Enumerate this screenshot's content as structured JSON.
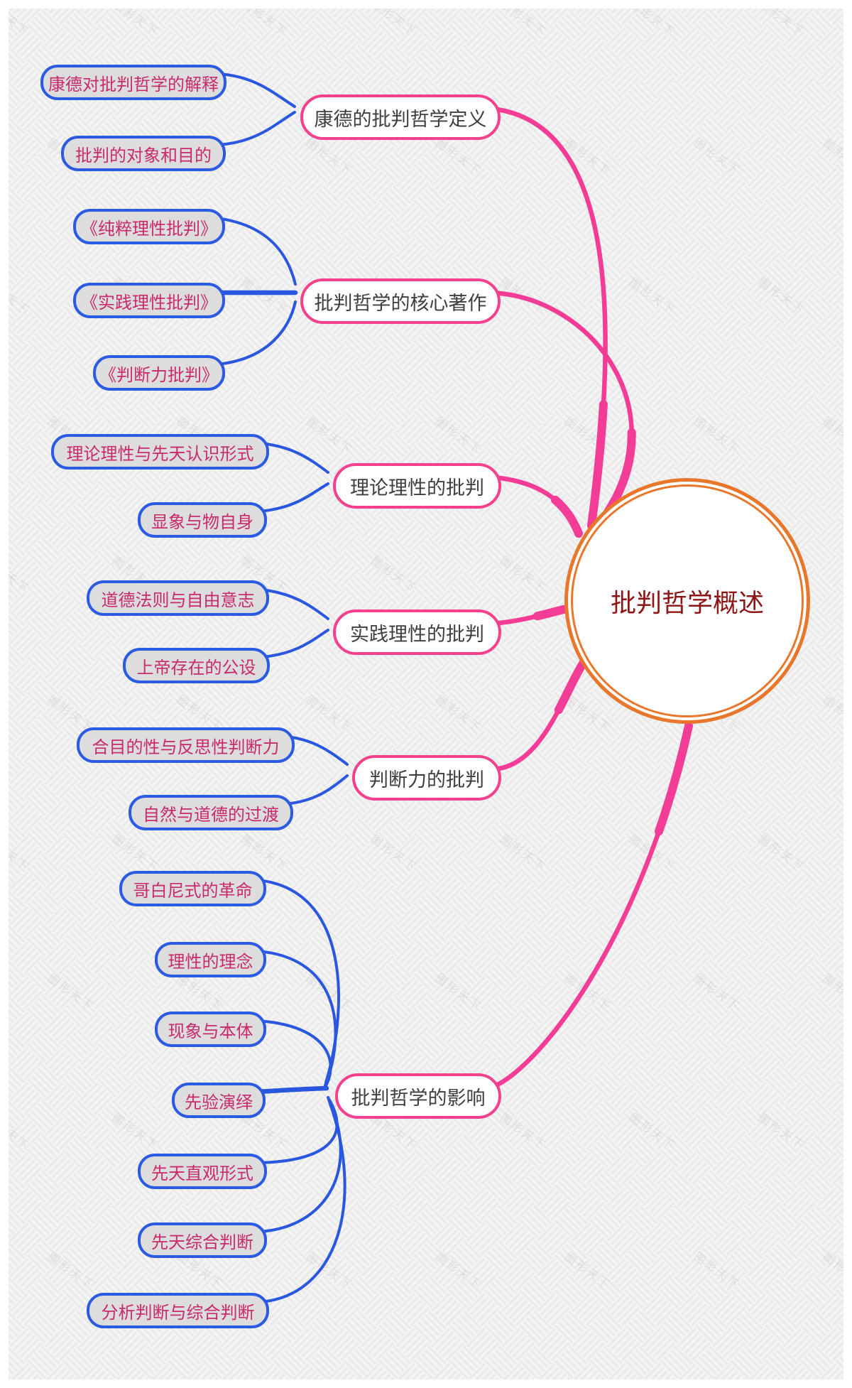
{
  "watermark": "图形天下",
  "center": {
    "label": "批判哲学概述"
  },
  "branches": [
    {
      "label": "康德的批判哲学定义",
      "children": [
        "康德对批判哲学的解释",
        "批判的对象和目的"
      ]
    },
    {
      "label": "批判哲学的核心著作",
      "children": [
        "《纯粹理性批判》",
        "《实践理性批判》",
        "《判断力批判》"
      ]
    },
    {
      "label": "理论理性的批判",
      "children": [
        "理论理性与先天认识形式",
        "显象与物自身"
      ]
    },
    {
      "label": "实践理性的批判",
      "children": [
        "道德法则与自由意志",
        "上帝存在的公设"
      ]
    },
    {
      "label": "判断力的批判",
      "children": [
        "合目的性与反思性判断力",
        "自然与道德的过渡"
      ]
    },
    {
      "label": "批判哲学的影响",
      "children": [
        "哥白尼式的革命",
        "理性的理念",
        "现象与本体",
        "先验演绎",
        "先天直观形式",
        "先天综合判断",
        "分析判断与综合判断"
      ]
    }
  ],
  "colors": {
    "branch_link": "#F33C95",
    "branch_border": "#F5418D",
    "child_link": "#2A57E0",
    "child_border": "#2B5BE2",
    "center_ring": "#E8772C",
    "center_text": "#8E1515",
    "child_text": "#C92A6D",
    "topic_text": "#3E3E3E",
    "child_bg": "#DDDDDD"
  }
}
